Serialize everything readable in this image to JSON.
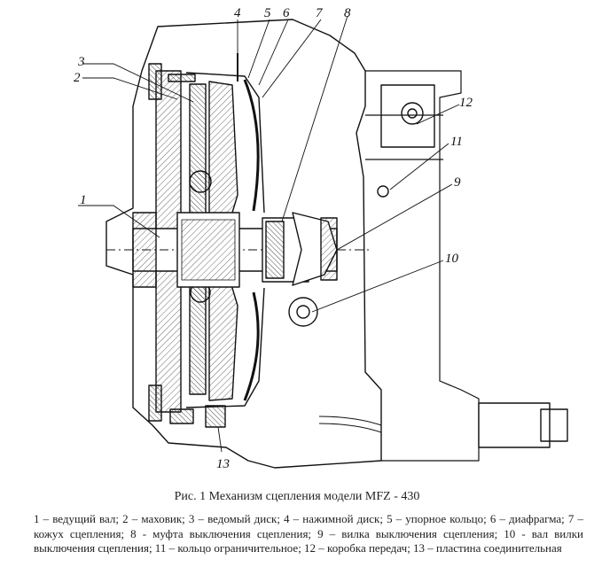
{
  "figure": {
    "caption": "Рис. 1   Механизм сцепления модели MFZ - 430",
    "legend": "1 – ведущий вал; 2 – маховик; 3 – ведомый диск; 4 – нажимной диск; 5 – упорное кольцо; 6 – диафрагма; 7 – кожух сцепления; 8 - муфта выключения сцепления; 9 – вилка выключения сцепления; 10 - вал вилки выключения сцепления; 11 – кольцо ограничительное; 12 – коробка передач; 13 – пластина соединительная",
    "callouts": [
      "1",
      "2",
      "3",
      "4",
      "5",
      "6",
      "7",
      "8",
      "9",
      "10",
      "11",
      "12",
      "13"
    ]
  }
}
